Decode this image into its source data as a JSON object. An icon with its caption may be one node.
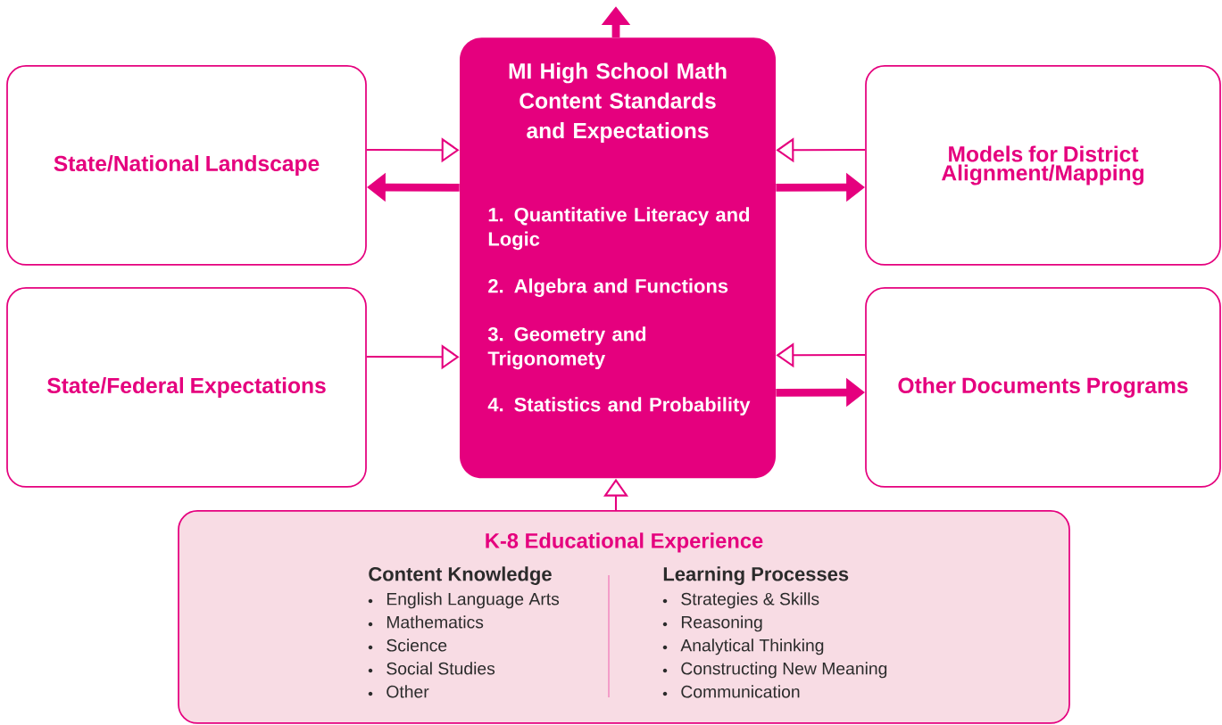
{
  "diagram": {
    "nodes": [
      {
        "text": [
          "State/National Landscape"
        ]
      },
      {
        "text": [
          "MI High School Math Content Standards and Expectations",
          "1. Quantitative Literacy and Logic",
          "2. Algebra and Functions",
          "3. Geometry and Trigonomety",
          "4. Statistics and Probability"
        ]
      },
      {
        "text": [
          "Models for District Alignment/Mapping"
        ]
      },
      {
        "text": [
          "State/Federal Expectations"
        ]
      },
      {
        "text": [
          "Other Documents Programs"
        ]
      },
      {
        "text": [
          "K-8 Educational Experience",
          "Content Knowledge",
          "English Language Arts",
          "Mathematics",
          "Science",
          "Social Studies",
          "Other",
          "Learning Processes",
          "Strategies & Skills",
          "Reasoning",
          "Analytical Thinking",
          "Constructing New Meaning",
          "Communication"
        ]
      }
    ],
    "edges": [
      {
        "from": 0,
        "to": 1,
        "arrow": "to"
      },
      {
        "from": 1,
        "to": 0,
        "arrow": "to",
        "style": "thick"
      },
      {
        "from": 2,
        "to": 1,
        "arrow": "to"
      },
      {
        "from": 1,
        "to": 2,
        "arrow": "to",
        "style": "thick"
      },
      {
        "from": 3,
        "to": 1,
        "arrow": "to"
      },
      {
        "from": 4,
        "to": 1,
        "arrow": "to"
      },
      {
        "from": 1,
        "to": 4,
        "arrow": "to",
        "style": "thick"
      },
      {
        "from": 1,
        "to": null,
        "arrow": "to",
        "style": "thick"
      },
      {
        "from": 5,
        "to": 1,
        "arrow": "to"
      }
    ]
  }
}
